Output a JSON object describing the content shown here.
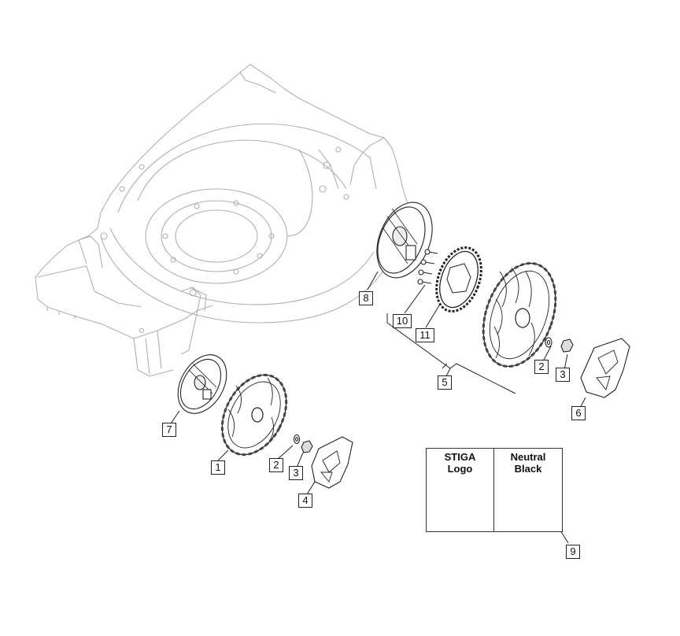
{
  "callouts": [
    "1",
    "2",
    "3",
    "4",
    "5",
    "6",
    "7",
    "8",
    "9",
    "10",
    "11",
    "2",
    "3"
  ],
  "variants": {
    "left_title": "STIGA\nLogo",
    "right_title": "Neutral\nBlack",
    "callout": "9"
  },
  "colors": {
    "line": "#222222",
    "deck_line": "#b5b5b5",
    "tread": "#444444"
  }
}
